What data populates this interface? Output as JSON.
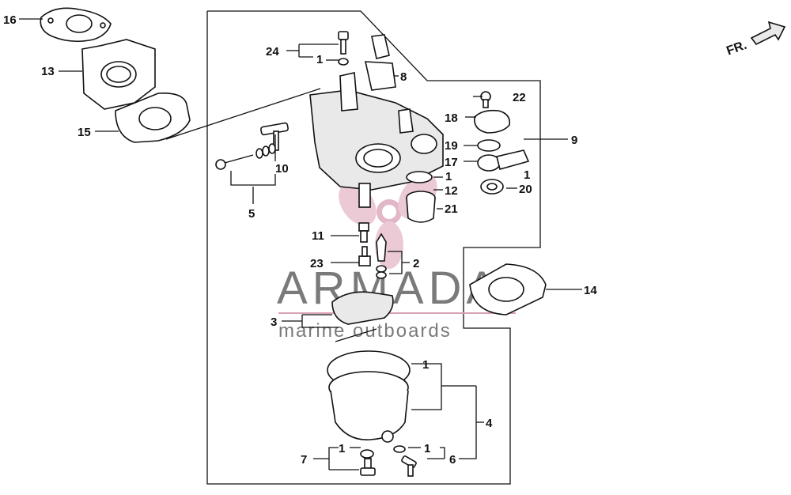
{
  "diagram": {
    "callouts": {
      "c1a": "1",
      "c1b": "1",
      "c1c": "1",
      "c1d": "1",
      "c1e": "1",
      "c1f": "1",
      "c2": "2",
      "c3": "3",
      "c4": "4",
      "c5": "5",
      "c6": "6",
      "c7": "7",
      "c8": "8",
      "c9": "9",
      "c10": "10",
      "c11": "11",
      "c12": "12",
      "c13": "13",
      "c14": "14",
      "c15": "15",
      "c16": "16",
      "c17": "17",
      "c18": "18",
      "c19": "19",
      "c20": "20",
      "c21": "21",
      "c22": "22",
      "c23": "23",
      "c24": "24"
    },
    "direction_label": "FR."
  },
  "watermark": {
    "brand": "ARMADA",
    "tagline": "marine outboards",
    "accent_color": "#d9a0b6"
  }
}
